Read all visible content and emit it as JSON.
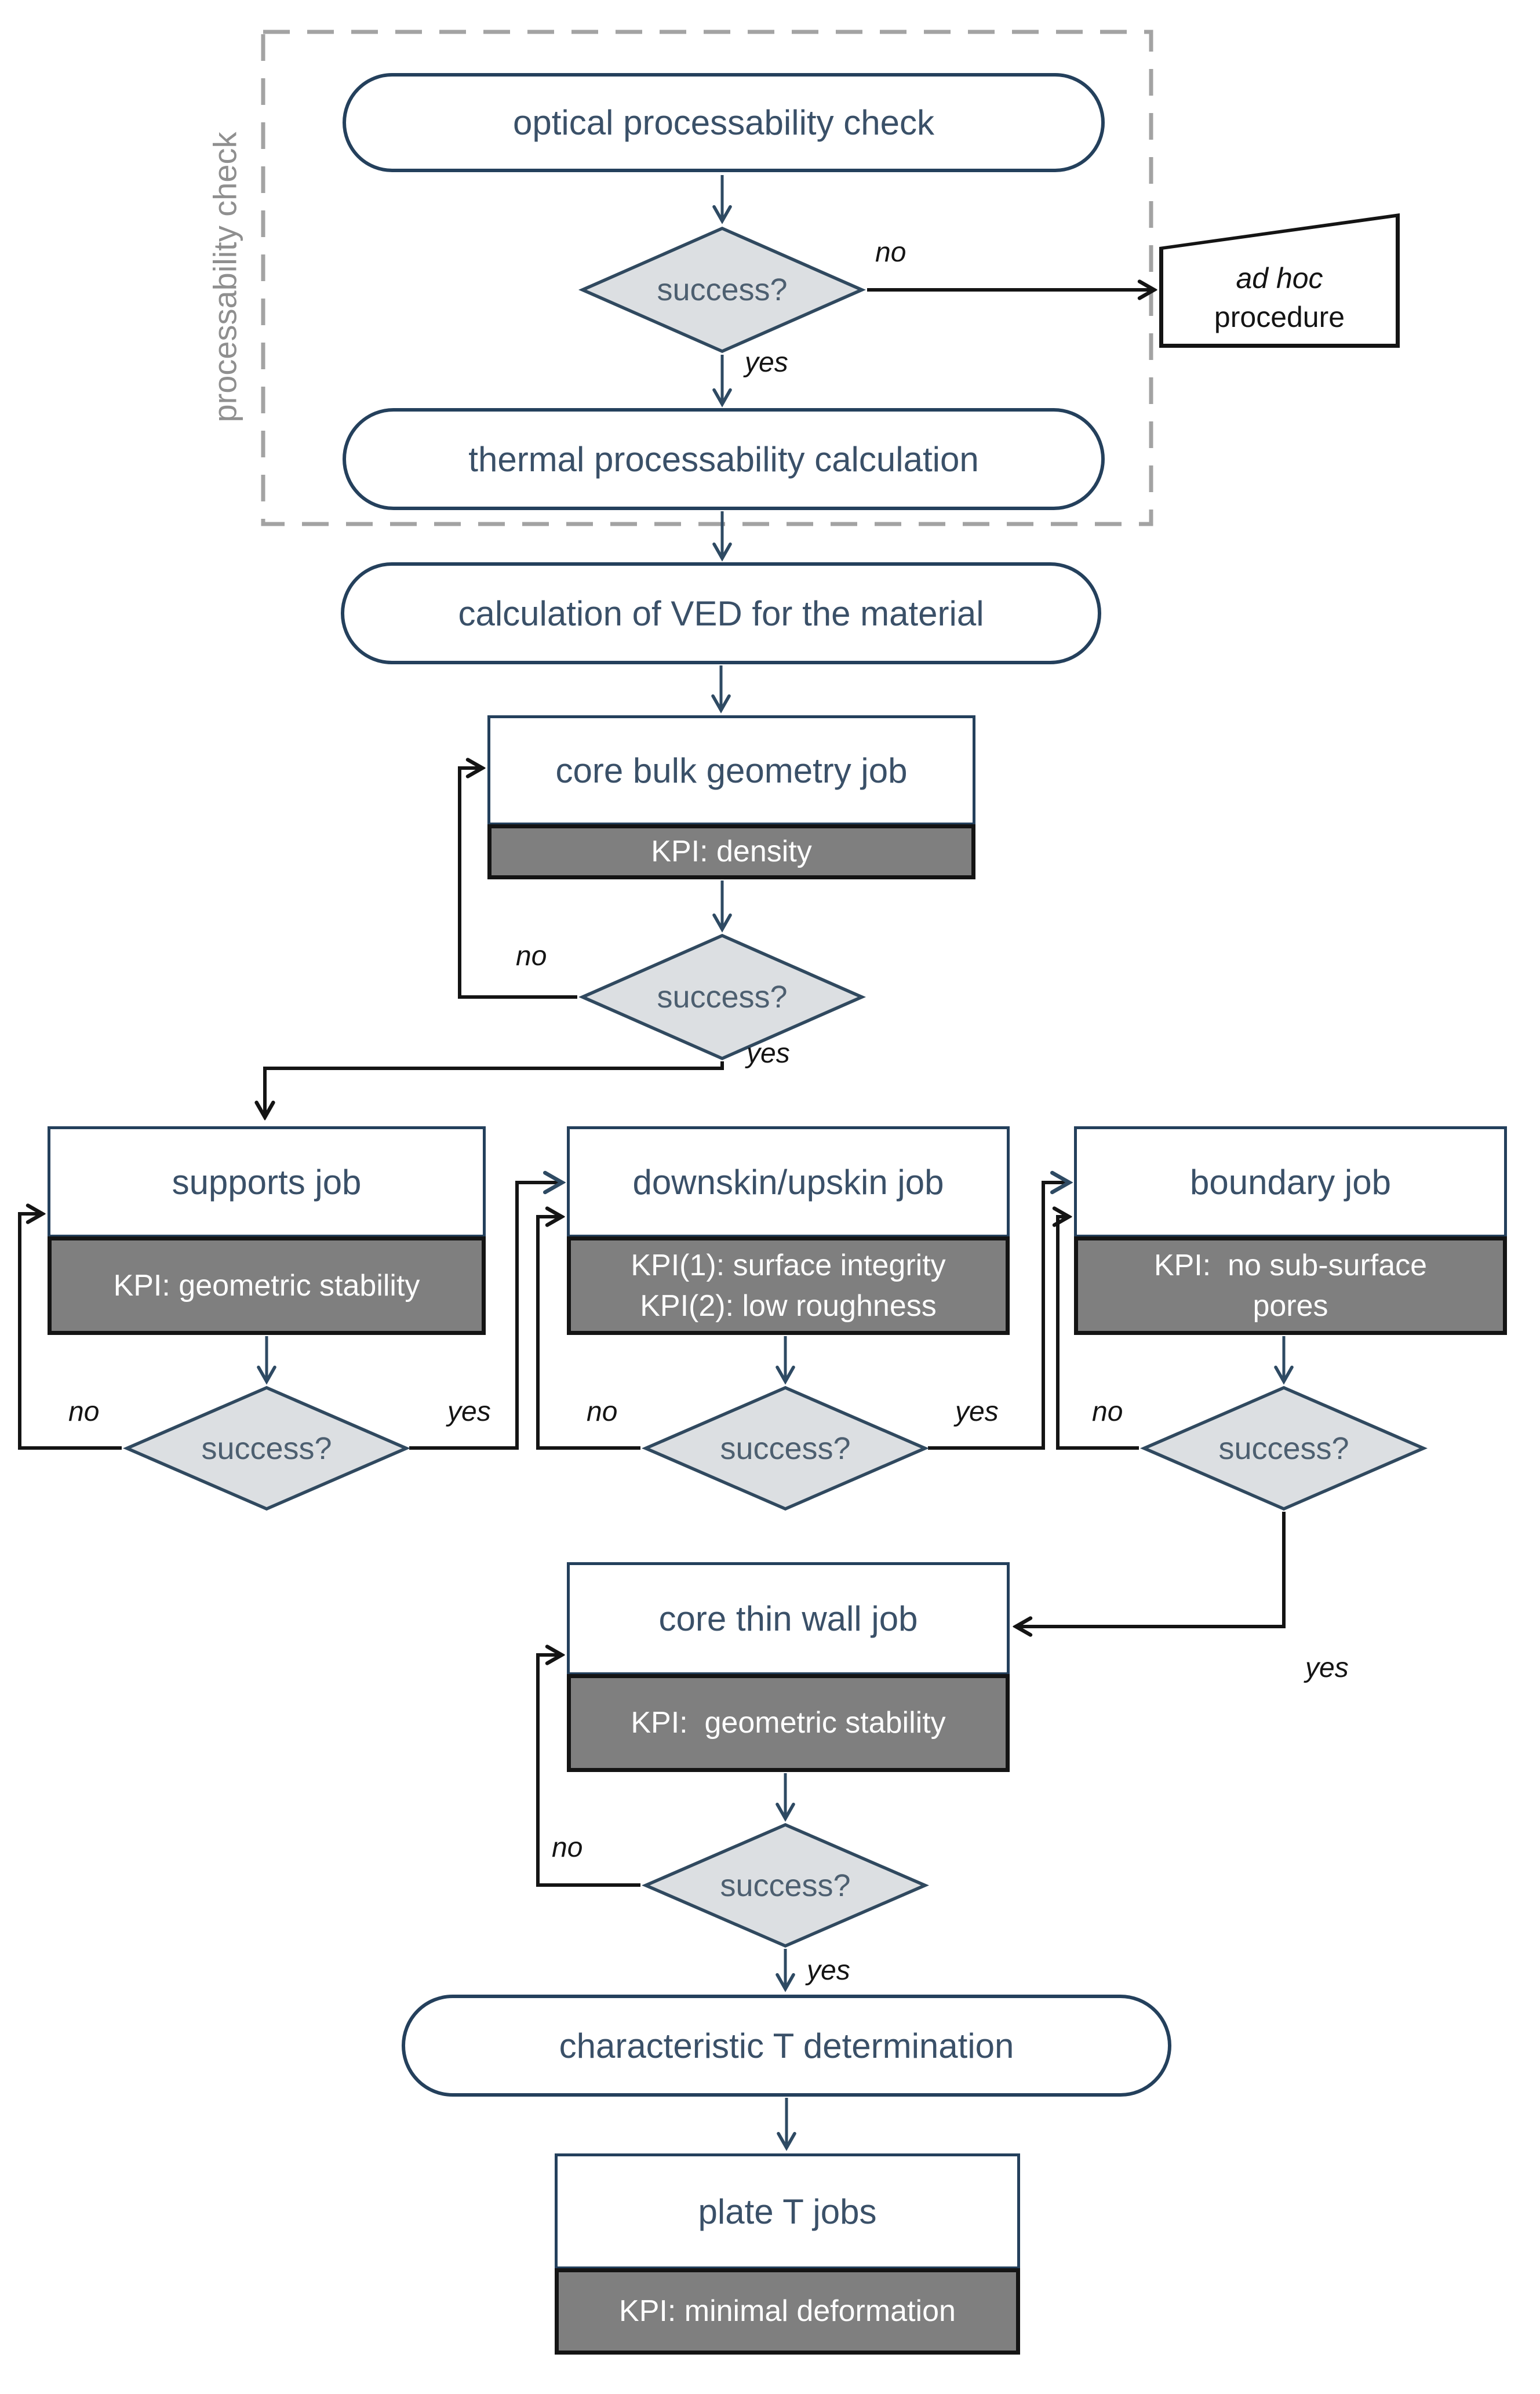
{
  "region_label": "processability check",
  "decision_label": "success?",
  "edge_labels": {
    "no": "no",
    "yes": "yes"
  },
  "nodes": {
    "optical": {
      "label": "optical processability check"
    },
    "ad_hoc": {
      "line1": "ad hoc",
      "line2": "procedure"
    },
    "thermal": {
      "label": "thermal processability calculation"
    },
    "ved": {
      "label": "calculation of VED for the material"
    },
    "core_bulk": {
      "title": "core bulk geometry job",
      "kpi": "KPI: density"
    },
    "supports": {
      "title": "supports job",
      "kpi": "KPI: geometric stability"
    },
    "downskin": {
      "title": "downskin/upskin job",
      "kpi1": "KPI(1): surface integrity",
      "kpi2": "KPI(2): low roughness"
    },
    "boundary": {
      "title": "boundary job",
      "kpi": "KPI:  no sub-surface pores"
    },
    "core_thin": {
      "title": "core thin wall job",
      "kpi": "KPI:  geometric stability"
    },
    "characteristic": {
      "label": "characteristic T determination"
    },
    "plate": {
      "title": "plate T jobs",
      "kpi": "KPI: minimal deformation"
    }
  },
  "colors": {
    "navy": "#24405c",
    "navy_text": "#3a5068",
    "diamond_fill": "#dcdfe2",
    "kpi_gray": "#7f7f7f",
    "black": "#141414",
    "dashed_gray": "#a3a3a3"
  }
}
